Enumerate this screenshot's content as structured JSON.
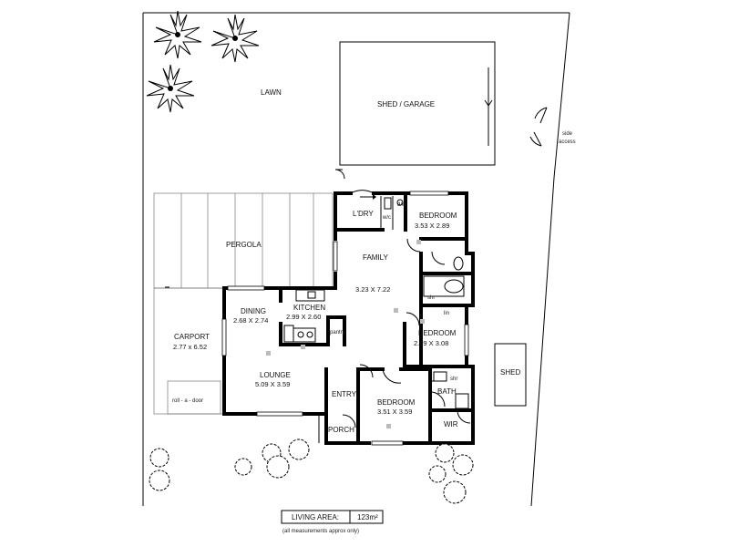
{
  "labels": {
    "lawn": "LAWN",
    "shed_garage": "SHED / GARAGE",
    "side_access_1": "side",
    "side_access_2": "access",
    "pergola": "PERGOLA",
    "carport": "CARPORT",
    "carport_dim": "2.77 x 6.52",
    "roll_a_door": "roll - a - door",
    "laundry": "L'DRY",
    "wc": "w/c",
    "dw": "d/w",
    "bedroom1": "BEDROOM",
    "bedroom1_dim": "3.53 X 2.89",
    "family": "FAMILY",
    "family_dim": "3.23 X 7.22",
    "shr1": "shr",
    "lin": "lin",
    "dining": "DINING",
    "dining_dim": "2.68 X 2.74",
    "kitchen": "KITCHEN",
    "kitchen_dim": "2.99 X 2.60",
    "pantry": "pantry",
    "bedroom2": "BEDROOM",
    "bedroom2_dim": "2.99 X 3.08",
    "lounge": "LOUNGE",
    "lounge_dim": "5.09 X 3.59",
    "entry": "ENTRY",
    "bedroom3": "BEDROOM",
    "bedroom3_dim": "3.51 X 3.59",
    "shr2": "shr",
    "bath": "BATH",
    "wir": "WIR",
    "porch": "PORCH",
    "shed": "SHED",
    "living_area_label": "LIVING AREA:",
    "living_area_value": "123m²",
    "footnote": "(all measurements approx only)"
  }
}
